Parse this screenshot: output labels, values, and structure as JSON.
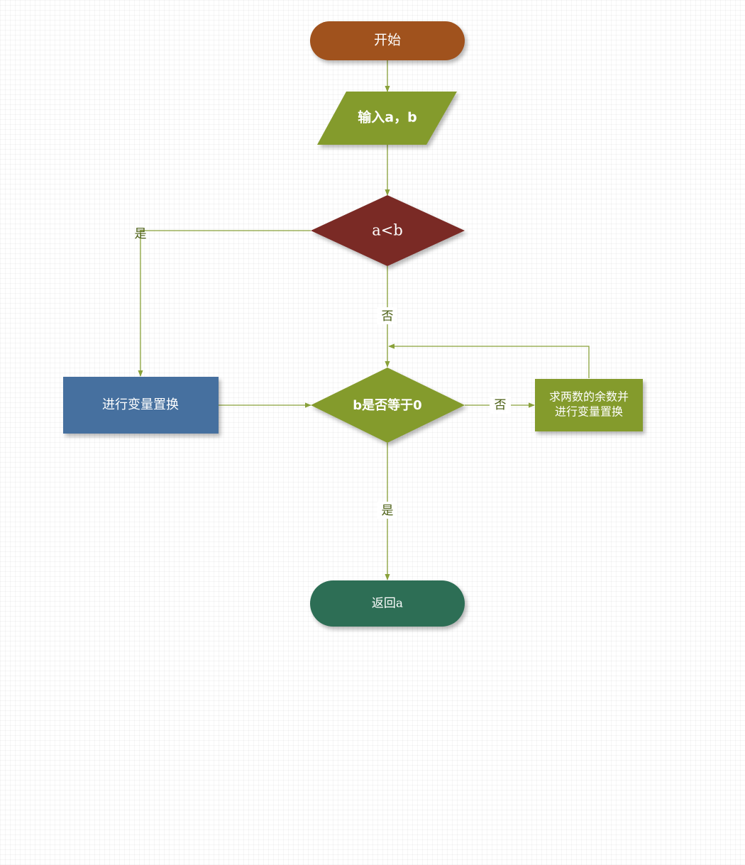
{
  "nodes": {
    "start": {
      "label": "开始",
      "color": "#a0521d"
    },
    "input": {
      "label": "输入a，b",
      "color": "#849b2c"
    },
    "compare": {
      "label": "a<b",
      "color": "#7a2a25"
    },
    "swap": {
      "label": "进行变量置换",
      "color": "#46709f"
    },
    "check_zero": {
      "label": "b是否等于0",
      "color": "#849b2c"
    },
    "remainder": {
      "label_line1": "求两数的余数并",
      "label_line2": "进行变量置换",
      "color": "#849b2c"
    },
    "return": {
      "label": "返回a",
      "color": "#2d6e55"
    }
  },
  "edges": {
    "compare_yes": "是",
    "compare_no": "否",
    "check_no": "否",
    "check_yes": "是"
  },
  "colors": {
    "connector": "#89a13a",
    "edge_label": "#4a5e12"
  }
}
